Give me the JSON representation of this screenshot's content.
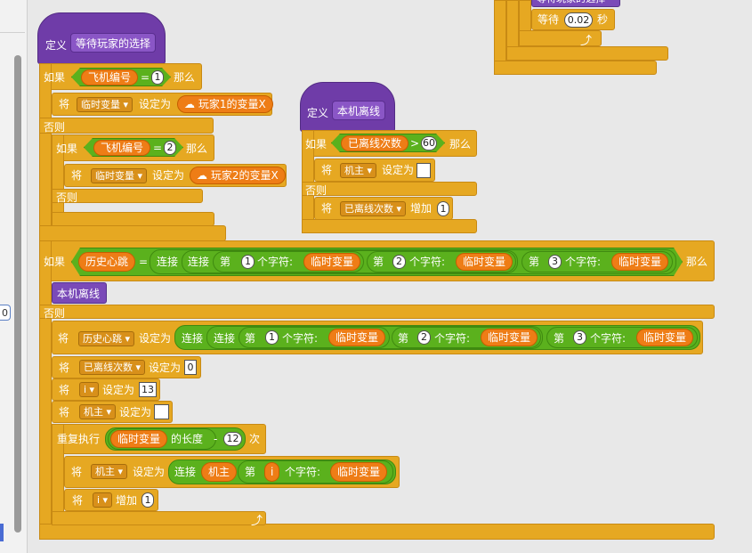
{
  "kw": {
    "define": "定义",
    "if": "如果",
    "then": "那么",
    "else": "否则",
    "set": "将",
    "set_to": "设定为",
    "change_by": "增加",
    "join": "连接",
    "letter_of_pre": "第",
    "letter_of_post": "个字符:",
    "length_of": "的长度",
    "repeat": "重复执行",
    "times": "次",
    "wait": "等待",
    "seconds": "秒",
    "eq": "=",
    "gt": ">",
    "minus": "-"
  },
  "left_panel": {
    "stub_value": "0"
  },
  "script_waitfor": {
    "proc_name": "等待玩家的选择",
    "if1": {
      "var": "飞机编号",
      "value": "1",
      "set_var": "临时变量",
      "set_value": "玩家1的变量X"
    },
    "if2": {
      "var": "飞机编号",
      "value": "2",
      "set_var": "临时变量",
      "set_value": "玩家2的变量X"
    }
  },
  "script_offline": {
    "proc_name": "本机离线",
    "cond_var": "已离线次数",
    "cond_value": "60",
    "set_var": "机主",
    "set_value": "",
    "change_var": "已离线次数",
    "change_value": "1"
  },
  "script_topright": {
    "top_text": "等待玩家的选择",
    "wait_value": "0.02"
  },
  "script_main": {
    "cond_var": "历史心跳",
    "n1": "1",
    "n2": "2",
    "n3": "3",
    "tmp_var": "临时变量",
    "call": "本机离线",
    "set1_var": "历史心跳",
    "set2_var": "已离线次数",
    "set2_value": "0",
    "set3_var": "i",
    "set3_value": "13",
    "set4_var": "机主",
    "set4_value": "",
    "repeat_var": "临时变量",
    "repeat_sub": "12",
    "inner_set_var": "机主",
    "inner_join_var": "机主",
    "inner_letter_var": "i",
    "inner_change_var": "i",
    "inner_change_value": "1"
  },
  "colors": {
    "control": "#e6a822",
    "data_var": "#ee7d16",
    "operators": "#5bb11d",
    "more_blocks": "#6f3ca8"
  }
}
